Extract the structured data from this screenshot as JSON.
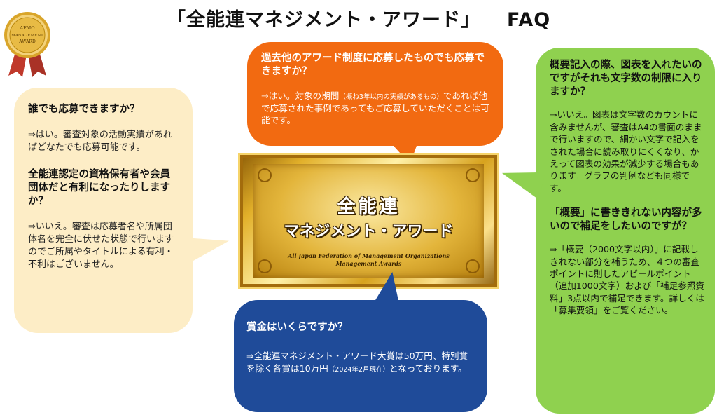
{
  "title": {
    "main": "「全能連マネジメント・アワード」",
    "faq": "FAQ"
  },
  "logo": {
    "line1": "AFMO",
    "line2": "MANAGEMENT",
    "line3": "AWARD"
  },
  "left_bubble": {
    "q1": "誰でも応募できますか？",
    "a1": "⇒はい。審査対象の活動実績があればどなたでも応募可能です。",
    "q2": "全能連認定の資格保有者や会員団体だと有利になったりしますか？",
    "a2": "⇒いいえ。審査は応募者名や所属団体名を完全に伏せた状態で行いますのでご所属やタイトルによる有利・不利はございません。"
  },
  "orange_bubble": {
    "q": "過去他のアワード制度に応募したものでも応募できますか？",
    "a_pre": "⇒はい。対象の期間",
    "a_note": "（概ね3年以内の実績があるもの）",
    "a_post": "であれば他で応募された事例であってもご応募していただくことは可能です。"
  },
  "blue_bubble": {
    "q": "賞金はいくらですか？",
    "a_pre": "⇒全能連マネジメント・アワード大賞は50万円、特別賞を除く各賞は10万円",
    "a_note": "（2024年2月現在）",
    "a_post": "となっております。"
  },
  "green_bubble": {
    "q1": "概要記入の際、図表を入れたいのですがそれも文字数の制限に入りますか？",
    "a1": "⇒いいえ。図表は文字数のカウントに含みませんが、審査はA4の書面のままで行いますので、細かい文字で記入をされた場合に読み取りにくくなり、かえって図表の効果が減少する場合もあります。グラフの判例なども同様です。",
    "q2": "「概要」に書ききれない内容が多いので補足をしたいのですが？",
    "a2": "⇒「概要（2000文字以内）」に記載しきれない部分を補うため、４つの審査ポイントに則したアピールポイント（追加1000文字）および「補足参照資料」3点以内で補足できます。詳しくは「募集要領」をご覧ください。"
  },
  "plaque": {
    "jp_line1": "全能連",
    "jp_line2": "マネジメント・アワード",
    "en_line1": "All Japan Federation of Management Organizations",
    "en_line2": "Management Awards"
  },
  "colors": {
    "left_bubble": "#fdedc6",
    "orange_bubble": "#f26a11",
    "blue_bubble": "#1f4b99",
    "green_bubble": "#8fd14f",
    "gold": "#e2b02a",
    "ribbon": "#c0392b"
  },
  "icons": {
    "medal": "award-medal-icon"
  }
}
